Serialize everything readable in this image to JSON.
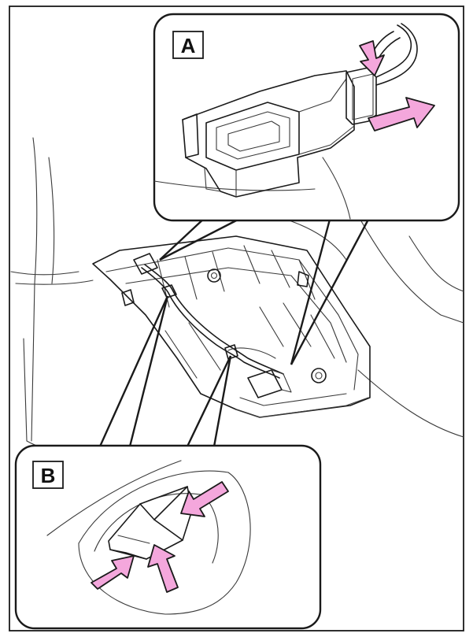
{
  "insets": [
    {
      "id": "A",
      "label": "A"
    },
    {
      "id": "B",
      "label": "B"
    }
  ],
  "colors": {
    "arrow_fill": "#f4a7dc",
    "arrow_stroke": "#1a1a1a",
    "clip_fill": "#c9c9c9",
    "connector_fill": "#b8b8b8",
    "line": "#1a1a1a",
    "background": "#ffffff"
  }
}
